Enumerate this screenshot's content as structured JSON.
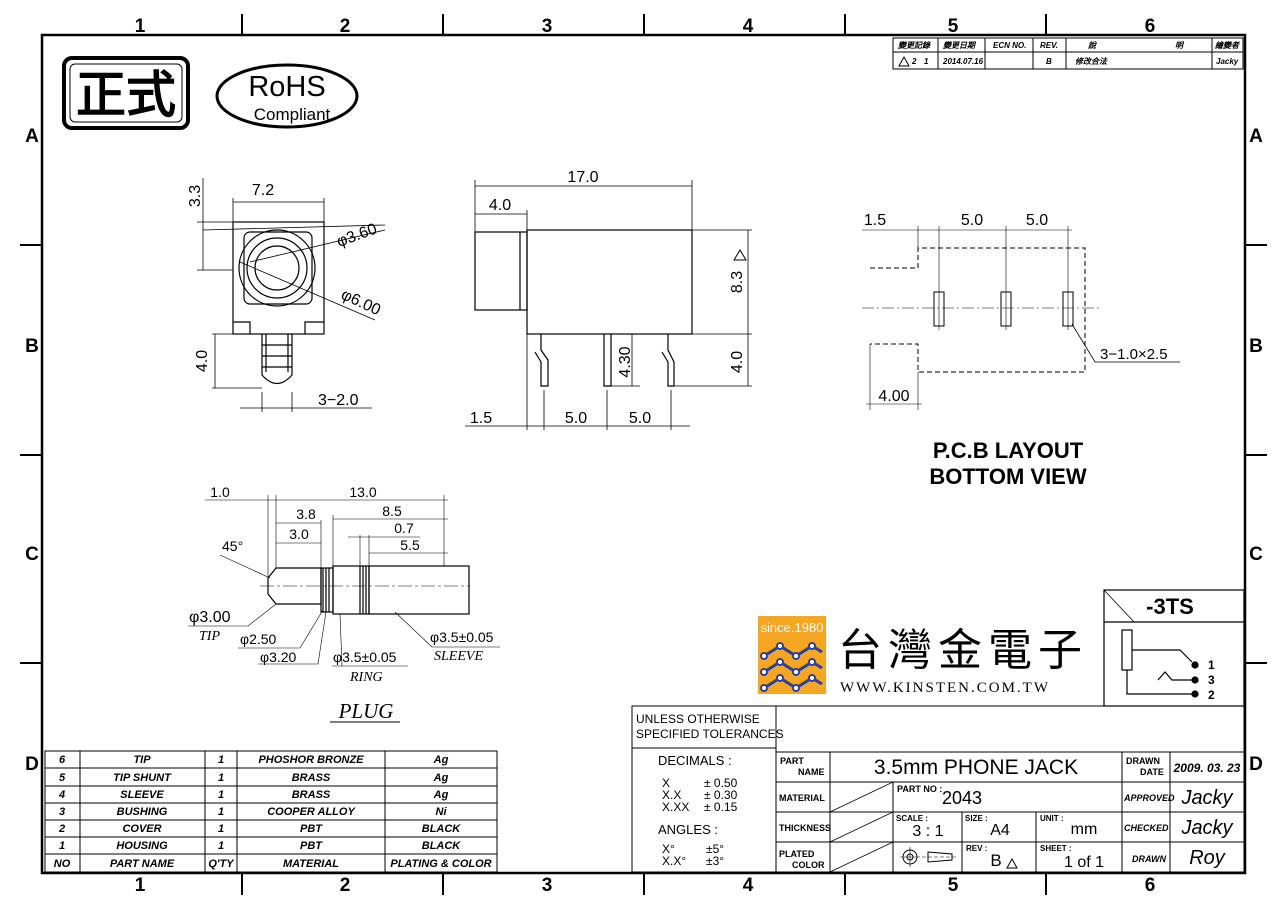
{
  "zones": {
    "columns": [
      "1",
      "2",
      "3",
      "4",
      "5",
      "6"
    ],
    "rows": [
      "A",
      "B",
      "C",
      "D"
    ]
  },
  "stamp": {
    "formal": "正式"
  },
  "rohs": {
    "line1": "RoHS",
    "line2": "Compliant"
  },
  "revision_table": {
    "headers": [
      "變更記錄",
      "變更日期",
      "ECN NO.",
      "REV.",
      "說",
      "明",
      "繪變者"
    ],
    "row": {
      "mark": "2",
      "count": "1",
      "date": "2014.07.16",
      "rev": "B",
      "desc": "修改合法",
      "by": "Jacky"
    }
  },
  "front_view": {
    "dims": {
      "width": "7.2",
      "top": "3.3",
      "inner_dia": "φ3.60",
      "outer_dia": "φ6.00",
      "pin_len": "4.0",
      "pins": "3−2.0"
    }
  },
  "side_view": {
    "dims": {
      "length": "17.0",
      "front": "4.0",
      "height": "8.3",
      "pin_h": "4.30",
      "pin_len": "4.0",
      "offset": "1.5",
      "pitch1": "5.0",
      "pitch2": "5.0"
    }
  },
  "pcb_layout": {
    "dims": {
      "offset": "1.5",
      "pitch1": "5.0",
      "pitch2": "5.0",
      "holes": "3−1.0×2.5",
      "edge": "4.00"
    },
    "title_line1": "P.C.B LAYOUT",
    "title_line2": "BOTTOM VIEW"
  },
  "plug": {
    "dims": {
      "tip_len": "1.0",
      "total": "13.0",
      "d1": "3.8",
      "d2": "8.5",
      "d3": "3.0",
      "d4": "0.7",
      "d5": "5.5",
      "angle": "45°",
      "tip_dia": "φ3.00",
      "tip_label": "TIP",
      "d250": "φ2.50",
      "d320": "φ3.20",
      "ring_dia": "φ3.5±0.05",
      "ring_label": "RING",
      "sleeve_dia": "φ3.5±0.05",
      "sleeve_label": "SLEEVE"
    },
    "title": "PLUG"
  },
  "variant": {
    "code": "-3TS",
    "pins": [
      "1",
      "3",
      "2"
    ]
  },
  "brand": {
    "since": "since.1980",
    "name": "台灣金電子",
    "url": "WWW.KINSTEN.COM.TW"
  },
  "bom": {
    "headers": [
      "NO",
      "PART NAME",
      "Q'TY",
      "MATERIAL",
      "PLATING & COLOR"
    ],
    "rows": [
      [
        "6",
        "TIP",
        "1",
        "PHOSHOR BRONZE",
        "Ag"
      ],
      [
        "5",
        "TIP SHUNT",
        "1",
        "BRASS",
        "Ag"
      ],
      [
        "4",
        "SLEEVE",
        "1",
        "BRASS",
        "Ag"
      ],
      [
        "3",
        "BUSHING",
        "1",
        "COOPER ALLOY",
        "Ni"
      ],
      [
        "2",
        "COVER",
        "1",
        "PBT",
        "BLACK"
      ],
      [
        "1",
        "HOUSING",
        "1",
        "PBT",
        "BLACK"
      ]
    ]
  },
  "tolerances": {
    "heading1": "UNLESS OTHERWISE",
    "heading2": "SPECIFIED TOLERANCES",
    "decimals_label": "DECIMALS :",
    "decimals": [
      [
        "X",
        "± 0.50"
      ],
      [
        "X.X",
        "± 0.30"
      ],
      [
        "X.XX",
        "± 0.15"
      ]
    ],
    "angles_label": "ANGLES :",
    "angles": [
      [
        "X°",
        "±5°"
      ],
      [
        "X.X°",
        "±3°"
      ]
    ]
  },
  "title_block": {
    "part_name_label1": "PART",
    "part_name_label2": "NAME",
    "part_name": "3.5mm PHONE JACK",
    "drawn_date_label1": "DRAWN",
    "drawn_date_label2": "DATE",
    "drawn_date": "2009. 03. 23",
    "material_label": "MATERIAL",
    "part_no_label": "PART NO :",
    "part_no": "2043",
    "approved_label": "APPROVED",
    "approved": "Jacky",
    "thickness_label": "THICKNESS",
    "scale_label": "SCALE :",
    "scale": "3 : 1",
    "size_label": "SIZE :",
    "size": "A4",
    "unit_label": "UNIT :",
    "unit": "mm",
    "checked_label": "CHECKED",
    "checked": "Jacky",
    "plated_label1": "PLATED",
    "plated_label2": "COLOR",
    "rev_label": "REV :",
    "rev": "B",
    "sheet_label": "SHEET :",
    "sheet": "1 of  1",
    "drawn_label": "DRAWN",
    "drawn": "Roy"
  },
  "colors": {
    "logo_bg": "#f5a623",
    "logo_link": "#2a3f9e"
  }
}
